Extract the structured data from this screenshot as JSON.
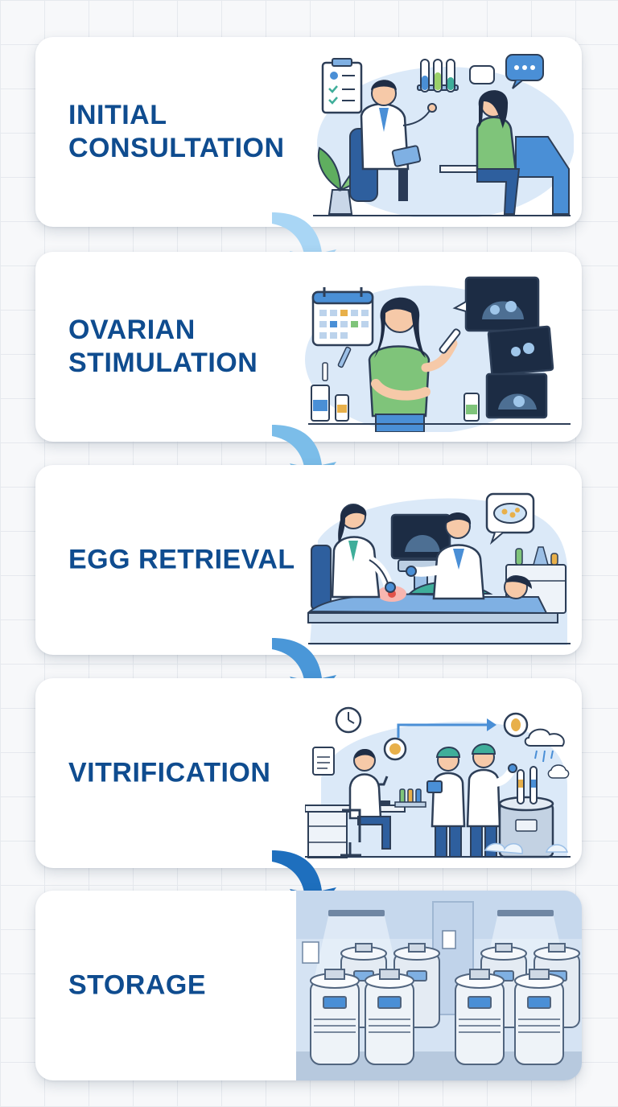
{
  "steps": [
    {
      "id": "initial-consultation",
      "title": "INITIAL CONSULTATION"
    },
    {
      "id": "ovarian-stimulation",
      "title": "OVARIAN STIMULATION"
    },
    {
      "id": "egg-retrieval",
      "title": "EGG RETRIEVAL"
    },
    {
      "id": "vitrification",
      "title": "VITRIFICATION"
    },
    {
      "id": "storage",
      "title": "STORAGE"
    }
  ],
  "colors": {
    "title": "#0f4c8f",
    "card": "#ffffff",
    "arrow_light": "#a9d6f5",
    "arrow_dark": "#1e6fbe",
    "illustration_blue": "#dbe9f8",
    "nurse_green": "#7fc47a",
    "scrubs_teal": "#3fae9a"
  },
  "icons": [
    "clipboard-icon",
    "test-tubes-icon",
    "chat-bubble-icon",
    "calendar-icon",
    "ultrasound-icon",
    "petri-dish-icon",
    "clock-icon",
    "egg-icon",
    "cloud-icon",
    "cryo-tank-icon"
  ]
}
